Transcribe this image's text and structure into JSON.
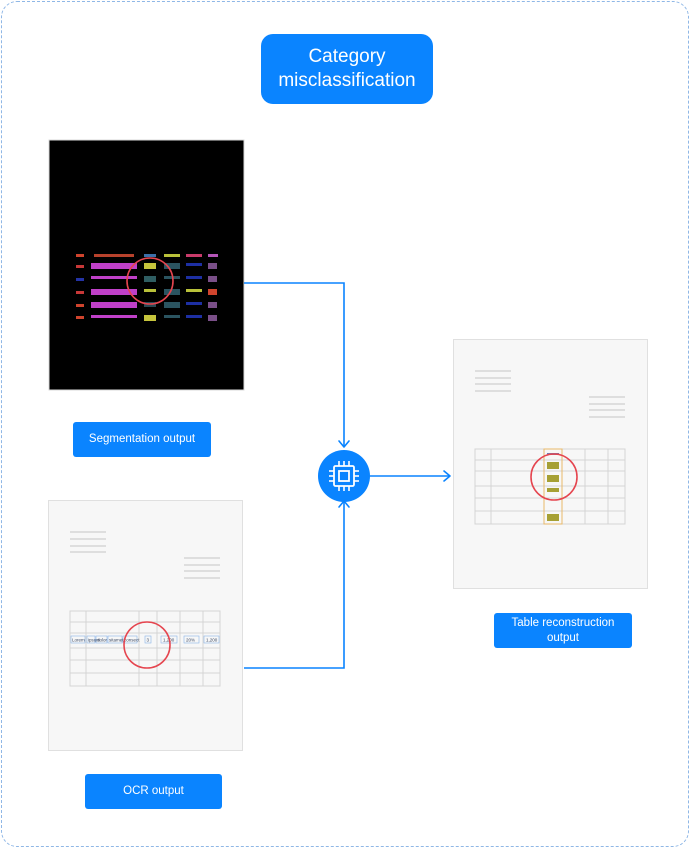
{
  "title": "Category\nmisclassification",
  "labels": {
    "segmentation": "Segmentation output",
    "ocr": "OCR output",
    "table": "Table reconstruction\noutput"
  },
  "ocr_row_cells": [
    "Lorem",
    "ipsum",
    "dolor",
    "sitamet",
    "consect",
    "3",
    "1,200",
    "20%",
    "1,200"
  ],
  "icons": {
    "processor": "cpu-chip-icon"
  },
  "colors": {
    "accent": "#0a84ff",
    "highlight_circle": "#e5454f",
    "segmentation_bg": "#000000"
  }
}
